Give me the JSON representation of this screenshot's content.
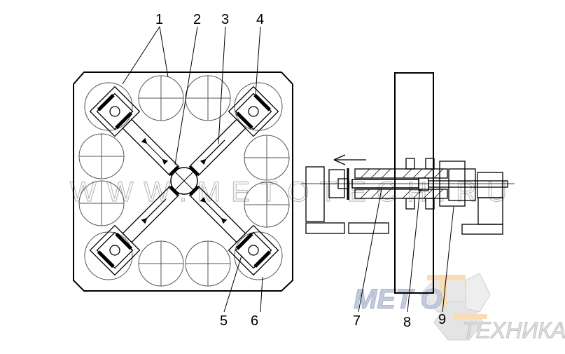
{
  "labels": [
    "1",
    "2",
    "3",
    "4",
    "5",
    "6",
    "7",
    "8",
    "9"
  ],
  "watermark": "WWW.METOTECH.RU",
  "logo": {
    "line1": "МЕТ О",
    "line2": "ТЕХНИКА"
  }
}
